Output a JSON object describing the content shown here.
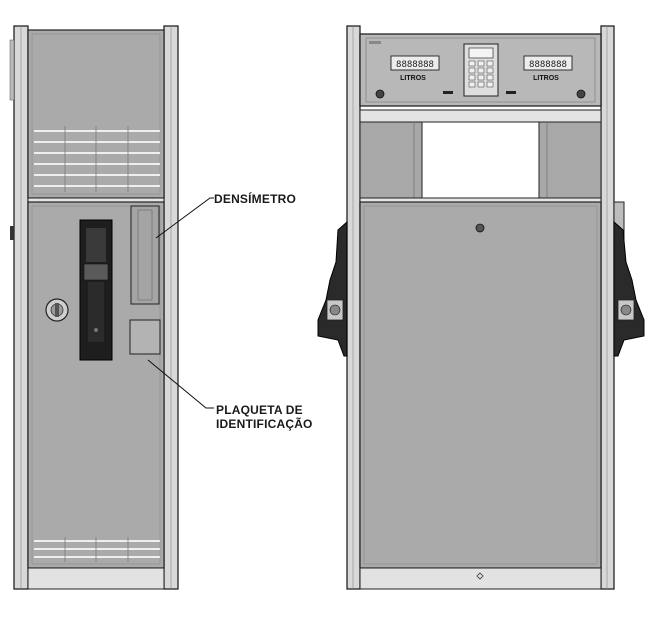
{
  "callouts": {
    "densimetro": "DENSÍMETRO",
    "plaqueta_line1": "PLAQUETA DE",
    "plaqueta_line2": "IDENTIFICAÇÃO"
  },
  "front_panel": {
    "display_left": "8888888",
    "display_right": "8888888",
    "label_left": "LITROS",
    "label_right": "LITROS"
  },
  "colors": {
    "panel": "#aaaaaa",
    "frame": "#d8d8d8",
    "outline": "#222222",
    "nozzle": "#1e1e1e"
  }
}
